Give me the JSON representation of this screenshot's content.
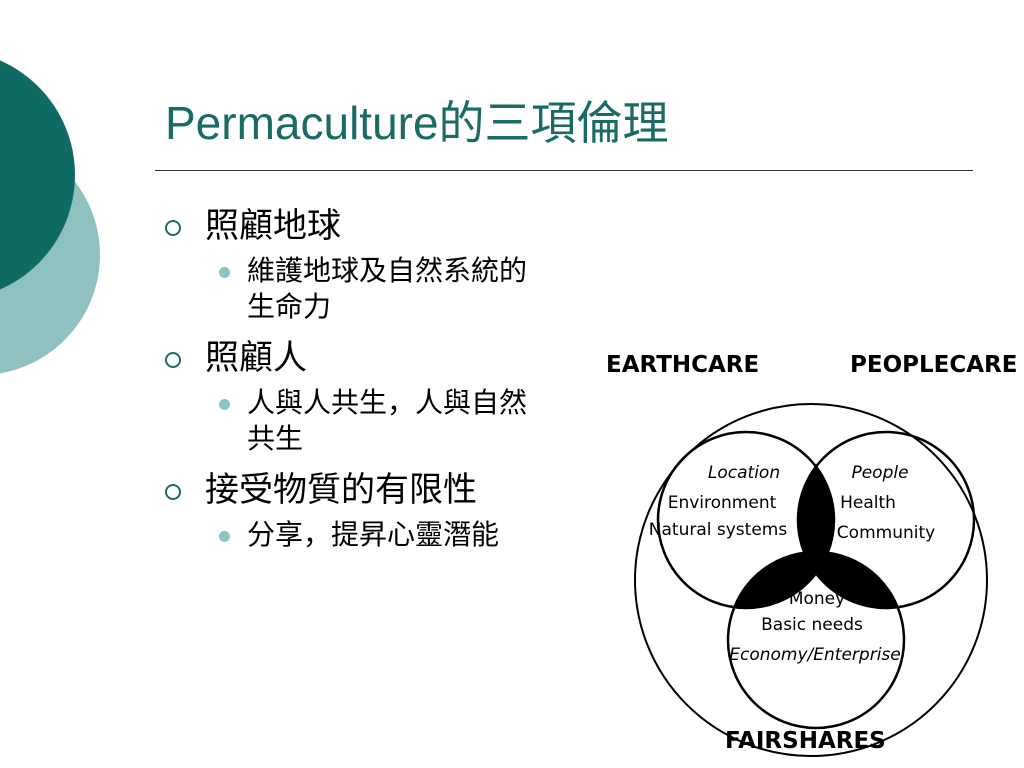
{
  "slide": {
    "title": "Permaculture的三項倫理",
    "bullets": [
      {
        "text": "照顧地球",
        "sub": "維護地球及自然系統的生命力"
      },
      {
        "text": "照顧人",
        "sub": "人與人共生，人與自然共生"
      },
      {
        "text": "接受物質的有限性",
        "sub": "分享，提昇心靈潛能"
      }
    ]
  },
  "diagram": {
    "earthcare": "EARTHCARE",
    "peoplecare": "PEOPLECARE",
    "fairshares": "FAIRSHARES",
    "left_items": [
      "Location",
      "Environment",
      "Natural systems"
    ],
    "right_items": [
      "People",
      "Health",
      "Community"
    ],
    "bottom_items": [
      "Money",
      "Basic needs",
      "Economy/Enterprise"
    ]
  },
  "colors": {
    "accent": "#1a6b66",
    "accent_light": "#8cc3c3"
  }
}
